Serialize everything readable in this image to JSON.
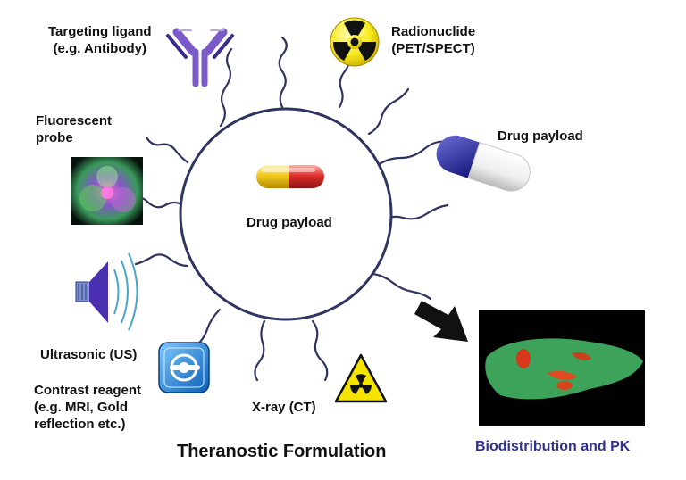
{
  "targeting_ligand": {
    "line1": "Targeting ligand",
    "line2": "(e.g. Antibody)"
  },
  "radionuclide": {
    "line1": "Radionuclide",
    "line2": "(PET/SPECT)"
  },
  "drug_payload_right": "Drug payload",
  "fluorescent_probe": {
    "line1": "Fluorescent",
    "line2": "probe"
  },
  "drug_payload_center": "Drug payload",
  "ultrasonic": "Ultrasonic (US)",
  "contrast_reagent": {
    "line1": "Contrast reagent",
    "line2": "(e.g. MRI, Gold",
    "line3": "reflection etc.)"
  },
  "xray": "X-ray (CT)",
  "theranostic_title": "Theranostic Formulation",
  "biodistribution": "Biodistribution and PK",
  "colors": {
    "navy": "#1e1f8f",
    "pill_red": "#d8262b",
    "pill_yellow": "#f2c81e",
    "warning_yellow": "#f5e300",
    "arrow": "#111111",
    "biodist_text": "#2e3192"
  }
}
